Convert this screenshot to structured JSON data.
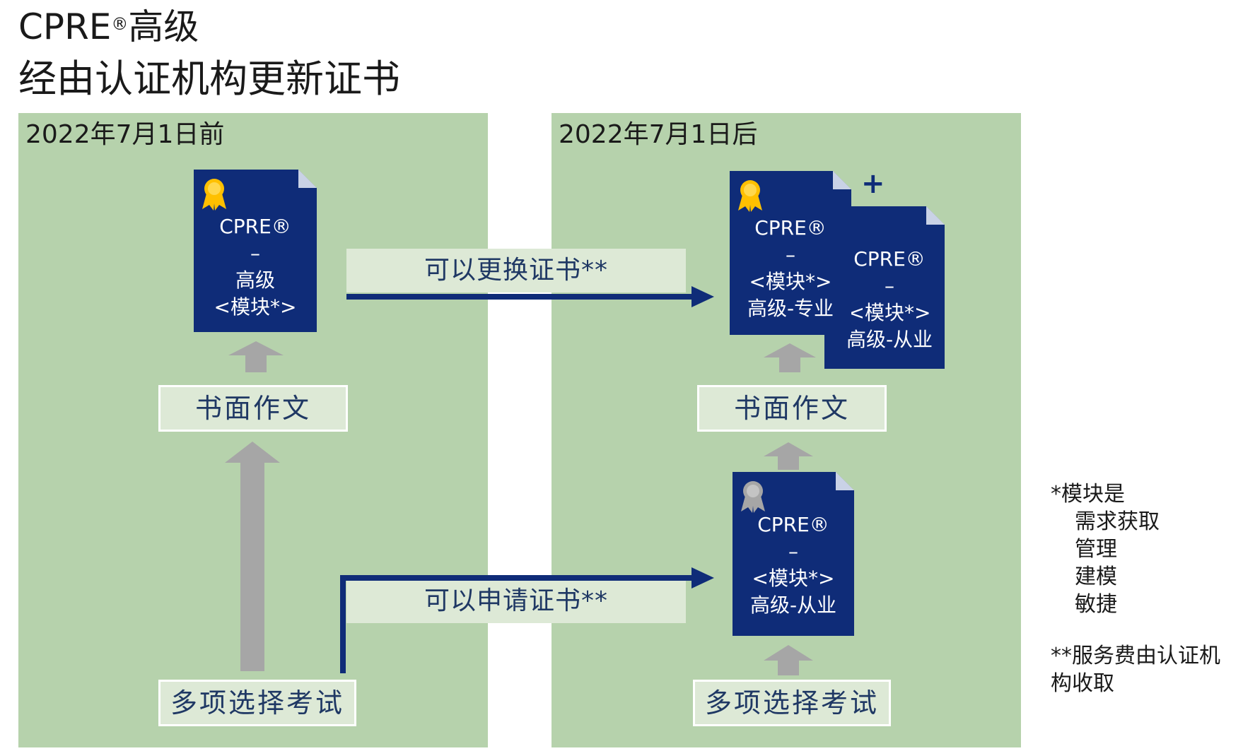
{
  "title": {
    "line1_main": "CPRE",
    "line1_sup": "®",
    "line1_rest": "高级",
    "line2": "经由认证机构更新证书"
  },
  "left_panel": {
    "label": "2022年7月1日前",
    "certificate": {
      "lines": [
        "CPRE®",
        "–",
        "高级",
        "<模块*>"
      ]
    },
    "essay_box": "书面作文",
    "exam_box": "多项选择考试"
  },
  "right_panel": {
    "label": "2022年7月1日后",
    "certificate_front": {
      "lines": [
        "CPRE®",
        "–",
        "<模块*>",
        "高级-专业"
      ]
    },
    "certificate_back": {
      "lines": [
        "CPRE®",
        "–",
        "<模块*>",
        "高级-从业"
      ]
    },
    "plus_sign": "+",
    "essay_box": "书面作文",
    "certificate_practitioner": {
      "lines": [
        "CPRE®",
        "–",
        "<模块*>",
        "高级-从业"
      ]
    },
    "exam_box": "多项选择考试"
  },
  "arrows": {
    "replace_label": "可以更换证书**",
    "apply_label": "可以申请证书**"
  },
  "notes": {
    "modules_heading": "*模块是",
    "modules": [
      "需求获取",
      "管理",
      "建模",
      "敏捷"
    ],
    "fee_line1": "**服务费由认证机",
    "fee_line2": "构收取"
  },
  "colors": {
    "panel_bg": "#b6d2ac",
    "cert_bg": "#0f2c78",
    "arrow_blue": "#0f2c78",
    "box_bg": "#dde9d6",
    "gray_arrow": "#a6a6a6",
    "medal_gold": "#ffc000",
    "medal_gray": "#a6a6a6"
  },
  "icons": {
    "gold_medal": "medal-gold-icon",
    "gray_medal": "medal-gray-icon"
  }
}
